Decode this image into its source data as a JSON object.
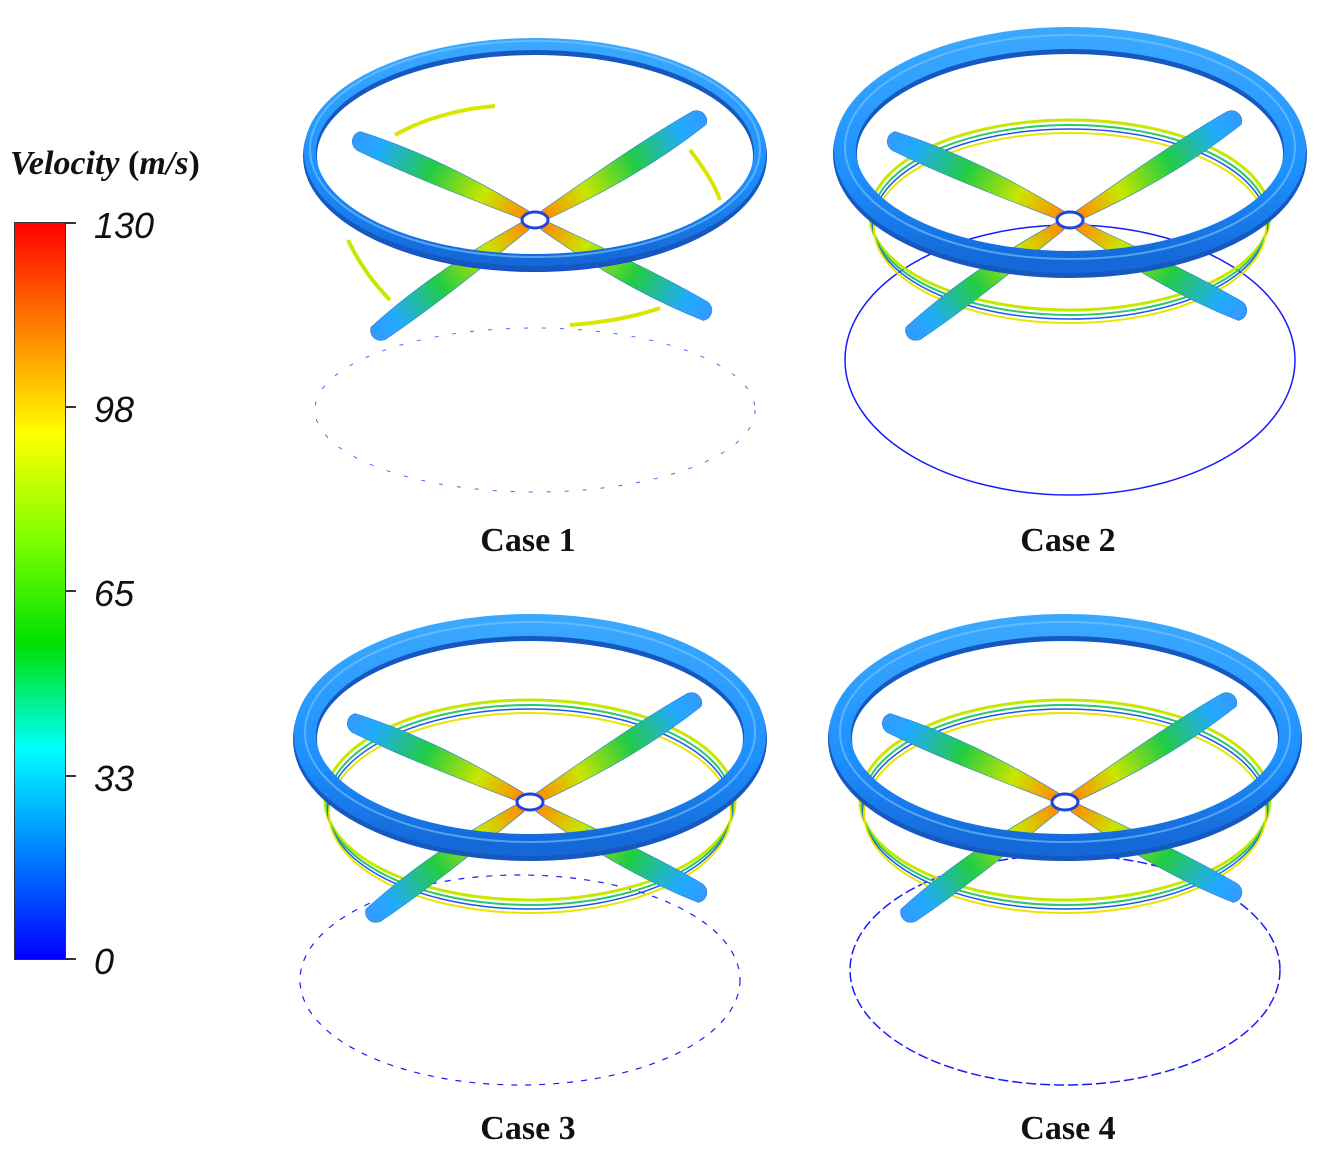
{
  "legend": {
    "title_main": "Velocity",
    "title_unit": "m/s",
    "ticks": [
      "130",
      "98",
      "65",
      "33",
      "0"
    ],
    "gradient": [
      "#ff0000",
      "#ff8000",
      "#ffff00",
      "#80ff00",
      "#00e000",
      "#00ffff",
      "#0080ff",
      "#0000ff"
    ]
  },
  "cases": [
    {
      "label": "Case 1"
    },
    {
      "label": "Case 2"
    },
    {
      "label": "Case 3"
    },
    {
      "label": "Case 4"
    }
  ],
  "colors": {
    "ring": "#1e90ff",
    "ring_edge": "#1565c0",
    "wake": "#1a1aff"
  }
}
